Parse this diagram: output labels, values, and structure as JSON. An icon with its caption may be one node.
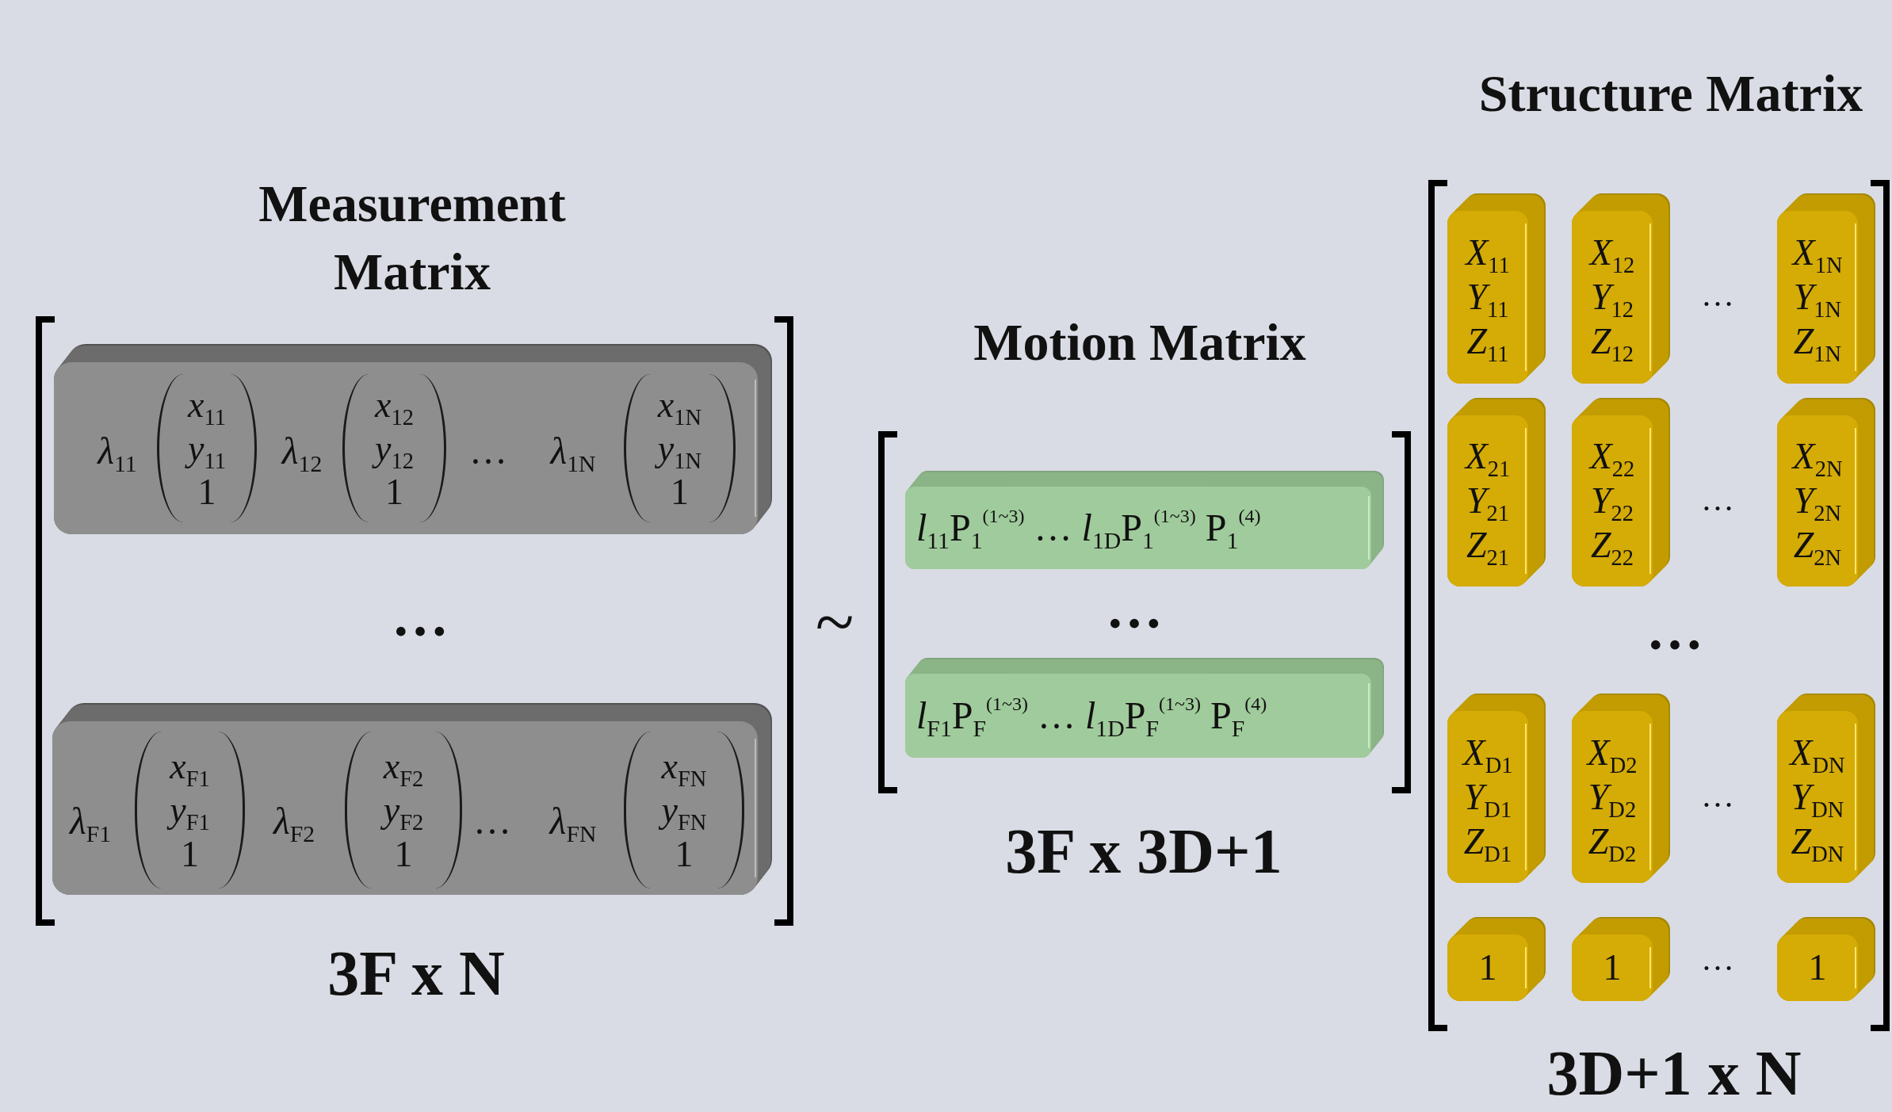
{
  "diagram": {
    "nodes": [
      {
        "text": [
          "*λ*$_{11}$",
          "*λ*$_{12}$",
          "…",
          "*λ*$_{1N}$"
        ]
      },
      {
        "text": [
          "*x*$_{11}$ *y*$_{11}$ 1"
        ],
        "in": 0
      },
      {
        "text": [
          "*x*$_{12}$ *y*$_{12}$ 1"
        ],
        "in": 0
      },
      {
        "text": [
          "*x*$_{1N}$ *y*$_{1N}$ 1"
        ],
        "in": 0
      },
      {
        "text": [
          "*λ*$_{F1}$",
          "*λ*$_{F2}$",
          "…",
          "*λ*$_{FN}$"
        ]
      },
      {
        "text": [
          "*x*$_{F1}$ *y*$_{F1}$ 1"
        ],
        "in": 4
      },
      {
        "text": [
          "*x*$_{F2}$ *y*$_{F2}$ 1"
        ],
        "in": 4
      },
      {
        "text": [
          "*x*$_{FN}$ *y*$_{FN}$ 1"
        ],
        "in": 4
      },
      {
        "text": [
          "*l*$_{11}$P$_{1}$$^{(1~3)}$ … *l*$_{1D}$P$_{1}$$^{(1~3)}$ P$_{1}$$^{(4)}$"
        ]
      },
      {
        "text": [
          "*l*$_{F1}$P$_{F}$$^{(1~3)}$ … *l*$_{1D}$P$_{F}$$^{(1~3)}$ P$_{F}$$^{(4)}$"
        ]
      },
      {
        "text": [
          "*X*$_{11}$ *Y*$_{11}$ *Z*$_{11}$"
        ]
      },
      {
        "text": [
          "*X*$_{12}$ *Y*$_{12}$ *Z*$_{12}$"
        ]
      },
      {
        "text": [
          "*X*$_{1N}$ *Y*$_{1N}$ *Z*$_{1N}$"
        ]
      },
      {
        "text": [
          "*X*$_{21}$ *Y*$_{21}$ *Z*$_{21}$"
        ]
      },
      {
        "text": [
          "*X*$_{22}$ *Y*$_{22}$ *Z*$_{22}$"
        ]
      },
      {
        "text": [
          "*X*$_{2N}$ *Y*$_{2N}$ *Z*$_{2N}$"
        ]
      },
      {
        "text": [
          "*X*$_{D1}$ *Y*$_{D1}$ *Z*$_{D1}$"
        ]
      },
      {
        "text": [
          "*X*$_{D2}$ *Y*$_{D2}$ *Z*$_{D2}$"
        ]
      },
      {
        "text": [
          "*X*$_{DN}$ *Y*$_{DN}$ *Z*$_{DN}$"
        ]
      },
      {
        "text": [
          "1"
        ]
      },
      {
        "text": [
          "1"
        ]
      },
      {
        "text": [
          "1"
        ]
      }
    ],
    "labels": [
      "Measurement Matrix",
      "…",
      "3F x N",
      "~",
      "Motion Matrix",
      "…",
      "3F x 3D+1",
      "Structure Matrix",
      "…",
      "…",
      "…",
      "…",
      "…",
      "3D+1 x N"
    ]
  }
}
